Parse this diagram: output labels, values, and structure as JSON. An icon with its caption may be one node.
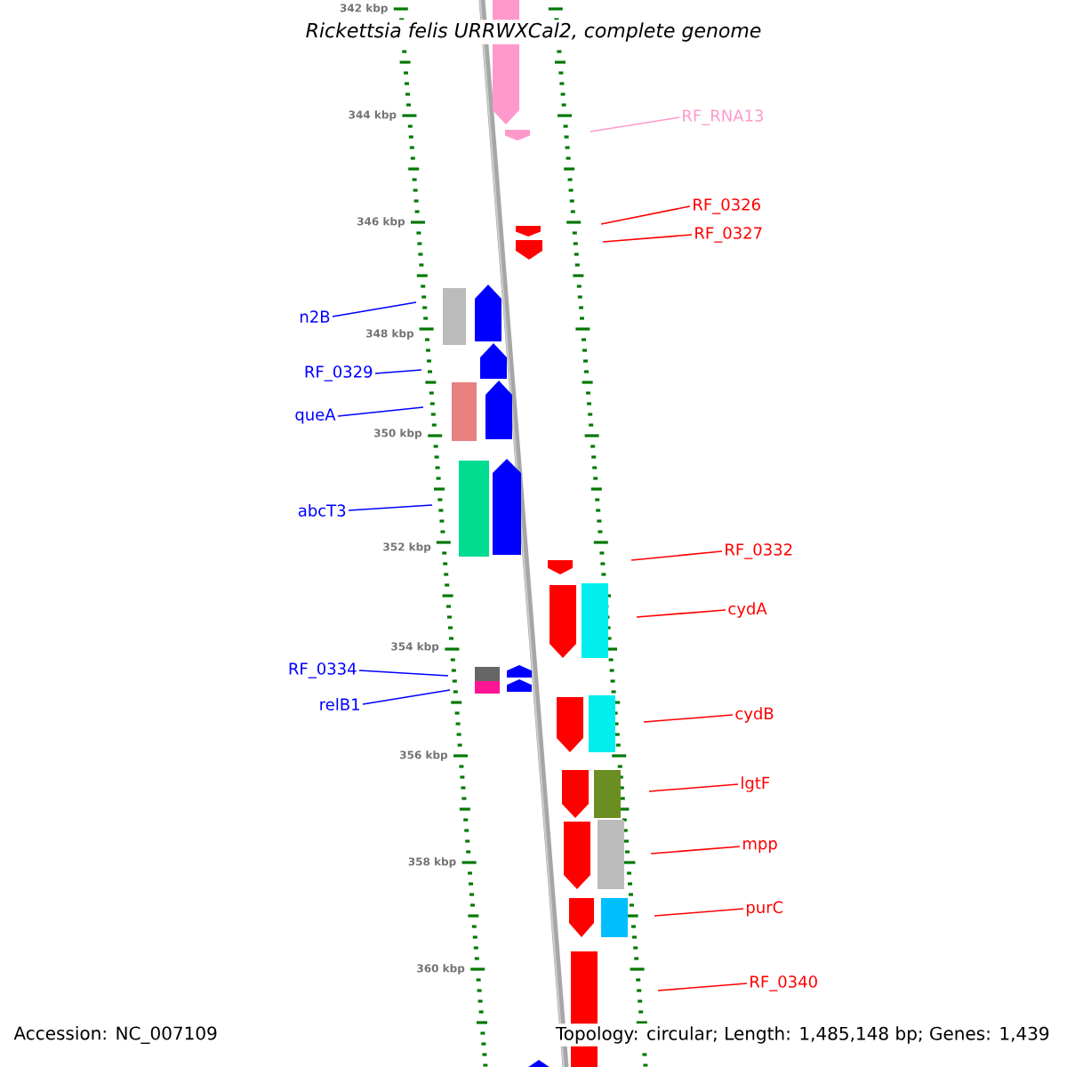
{
  "diagram": {
    "title": "Rickettsia felis URRWXCal2, complete genome",
    "nodes": [
      {
        "text": [
          "RF_RNA13"
        ]
      },
      {
        "text": [
          "RF_0326"
        ]
      },
      {
        "text": [
          "RF_0327"
        ]
      },
      {
        "text": [
          "n2B"
        ]
      },
      {
        "text": [
          "RF_0329"
        ]
      },
      {
        "text": [
          "queA"
        ]
      },
      {
        "text": [
          "abcT3"
        ]
      },
      {
        "text": [
          "RF_0332"
        ]
      },
      {
        "text": [
          "cydA"
        ]
      },
      {
        "text": [
          "RF_0334"
        ]
      },
      {
        "text": [
          "relB1"
        ]
      },
      {
        "text": [
          "cydB"
        ]
      },
      {
        "text": [
          "lgtF"
        ]
      },
      {
        "text": [
          "mpp"
        ]
      },
      {
        "text": [
          "purC"
        ]
      },
      {
        "text": [
          "RF_0340"
        ]
      }
    ],
    "edges": [
      {
        "from": 0,
        "to": null,
        "arrow": "none",
        "color": "#ff99cc"
      },
      {
        "from": 1,
        "to": null,
        "arrow": "none"
      },
      {
        "from": 2,
        "to": null,
        "arrow": "none"
      },
      {
        "from": 3,
        "to": null,
        "arrow": "none",
        "color": "#0000ff"
      },
      {
        "from": 4,
        "to": null,
        "arrow": "none",
        "color": "#0000ff"
      },
      {
        "from": 5,
        "to": null,
        "arrow": "none",
        "color": "#0000ff"
      },
      {
        "from": 6,
        "to": null,
        "arrow": "none",
        "color": "#0000ff"
      },
      {
        "from": 7,
        "to": null,
        "arrow": "none"
      },
      {
        "from": 8,
        "to": null,
        "arrow": "none"
      },
      {
        "from": 9,
        "to": null,
        "arrow": "none",
        "color": "#0000ff"
      },
      {
        "from": 10,
        "to": null,
        "arrow": "none",
        "color": "#0000ff"
      },
      {
        "from": 11,
        "to": null,
        "arrow": "none"
      },
      {
        "from": 12,
        "to": null,
        "arrow": "none"
      },
      {
        "from": 13,
        "to": null,
        "arrow": "none"
      },
      {
        "from": 14,
        "to": null,
        "arrow": "none"
      },
      {
        "from": 15,
        "to": null,
        "arrow": "none"
      }
    ],
    "labels": [
      "342 kbp",
      "344 kbp",
      "346 kbp",
      "348 kbp",
      "350 kbp",
      "352 kbp",
      "354 kbp",
      "356 kbp",
      "358 kbp",
      "360 kbp",
      "Accession: NC_007109",
      "Topology: circular; Length: 1,485,148 bp; Genes: 1,439"
    ]
  }
}
